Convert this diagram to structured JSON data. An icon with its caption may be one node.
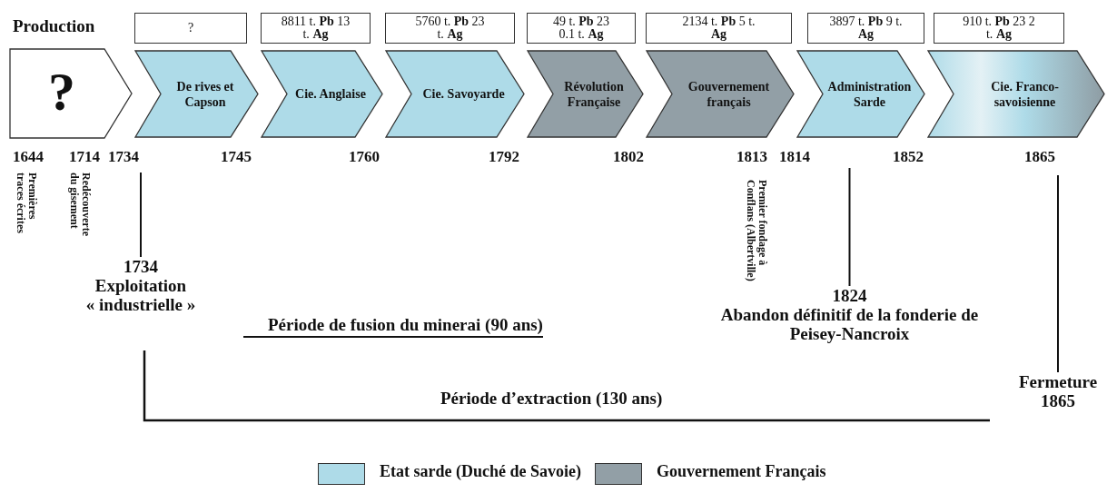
{
  "diagram": {
    "nodes": [
      {
        "text": [
          "?"
        ]
      },
      {
        "text": [
          "8811 t. **Pb** 13 t. **Ag**"
        ]
      },
      {
        "text": [
          "5760 t. **Pb** 23 t. **Ag**"
        ]
      },
      {
        "text": [
          "49 t. **Pb** 23 0.1 t. **Ag**"
        ]
      },
      {
        "text": [
          "2134 t. **Pb** 5 t. **Ag**"
        ]
      },
      {
        "text": [
          "3897 t. **Pb** 9 t. **Ag**"
        ]
      },
      {
        "text": [
          "910 t. **Pb** 23 2 t. **Ag**"
        ]
      },
      {
        "text": [
          "?"
        ]
      },
      {
        "text": [
          "De rives et Capson"
        ]
      },
      {
        "text": [
          "Cie. Anglaise"
        ]
      },
      {
        "text": [
          "Cie. Savoyarde"
        ]
      },
      {
        "text": [
          "Révolution Française"
        ]
      },
      {
        "text": [
          "Gouvernement français"
        ]
      },
      {
        "text": [
          "Administration Sarde"
        ]
      },
      {
        "text": [
          "Cie. Franco-savoisienne"
        ]
      },
      {
        "text": [
          "1734",
          "Exploitation « industrielle »"
        ]
      },
      {
        "text": [
          "1824",
          "Abandon définitif de la fonderie de Peisey-Nancroix"
        ]
      },
      {
        "text": [
          "Fermeture",
          "1865"
        ]
      }
    ],
    "edges": [
      {
        "from": 15,
        "to": null,
        "arrow": "none"
      },
      {
        "from": 16,
        "to": null,
        "arrow": "none"
      },
      {
        "from": 17,
        "to": null,
        "arrow": "none"
      }
    ],
    "labels": [
      "Production",
      "1644",
      "1714",
      "1734",
      "1745",
      "1760",
      "1792",
      "1802",
      "1813",
      "1814",
      "1852",
      "1865",
      "Premières traces écrites",
      "Redécouverte du gisement",
      "Premier fondage à Conflans (Albertville)",
      "Période de fusion du minerai (90 ans)",
      "Période d’extraction (130 ans)"
    ],
    "legend": [
      {
        "text": "Etat sarde (Duché de Savoie)",
        "color": "#aedbe8"
      },
      {
        "text": "Gouvernement Français",
        "color": "#929fa6"
      }
    ]
  }
}
